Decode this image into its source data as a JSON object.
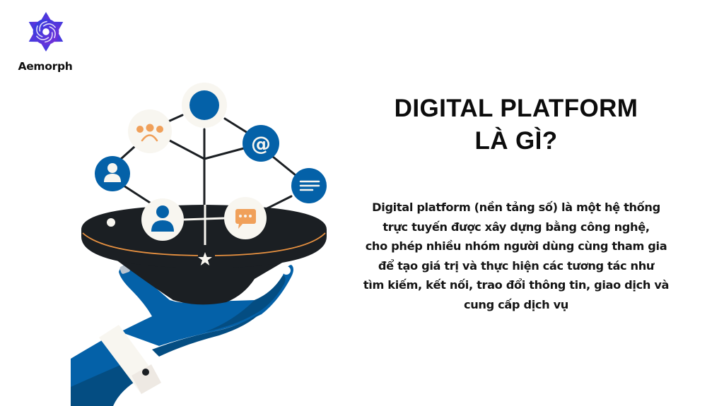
{
  "brand": {
    "name": "Aemorph",
    "logo_icon": "flower-logo-icon",
    "gradient": [
      "#2a3fe0",
      "#7b2fd8"
    ]
  },
  "headline": {
    "line1": "DIGITAL PLATFORM",
    "line2": "LÀ GÌ?"
  },
  "description": {
    "lines": [
      "Digital platform (nền tảng số) là một hệ thống",
      "trực tuyến được xây dựng bằng công nghệ,",
      "cho phép nhiều nhóm người dùng cùng tham gia",
      "để tạo giá trị và thực hiện các tương tác như",
      "tìm kiếm, kết nối, trao đổi thông tin, giao dịch và",
      "cung cấp dịch vụ"
    ]
  },
  "illustration": {
    "subject": "hand holding digital platform tray with connected network nodes",
    "nodes": [
      {
        "icon": "circle-icon",
        "style": "blue-on-cream"
      },
      {
        "icon": "group-sad-icon",
        "style": "orange-on-cream"
      },
      {
        "icon": "at-sign-icon",
        "style": "cream-on-blue"
      },
      {
        "icon": "user-icon",
        "style": "cream-on-blue"
      },
      {
        "icon": "text-lines-icon",
        "style": "cream-on-blue"
      },
      {
        "icon": "user-icon",
        "style": "blue-on-cream"
      },
      {
        "icon": "chat-bubble-icon",
        "style": "orange-on-cream"
      }
    ],
    "tray_icon": "star-icon"
  },
  "colors": {
    "blue": "#0461a8",
    "dark_blue": "#044d82",
    "cream": "#f8f6f0",
    "orange": "#f0a05a",
    "tray": "#1b1f23",
    "text": "#111111"
  }
}
